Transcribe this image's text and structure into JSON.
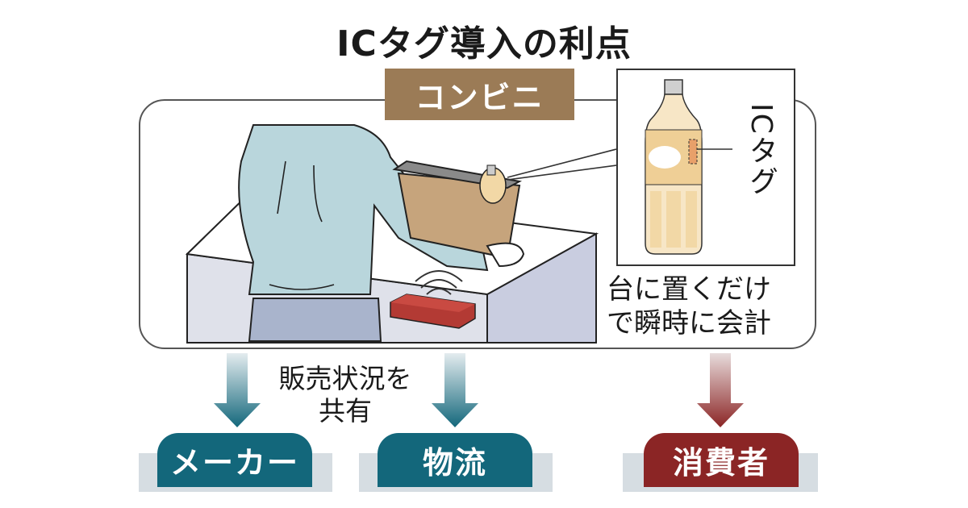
{
  "title": "ICタグ導入の利点",
  "store_label": "コンビニ",
  "ic_tag_label": "ICタグ",
  "caption": {
    "line1": "台に置くだけ",
    "line2": "で瞬時に会計"
  },
  "share_label": {
    "line1": "販売状況を",
    "line2": "共有"
  },
  "destinations": [
    {
      "label": "メーカー",
      "color": "#13677b"
    },
    {
      "label": "物流",
      "color": "#13677b"
    },
    {
      "label": "消費者",
      "color": "#8b2525"
    }
  ],
  "colors": {
    "store_tag": "#9b7b56",
    "teal": "#13677b",
    "red": "#8b2525",
    "shirt": "#b9d6dc",
    "counter": "#dfe1ea",
    "reader": "#b33a34",
    "bottle_liquid": "#f2d8a6"
  }
}
